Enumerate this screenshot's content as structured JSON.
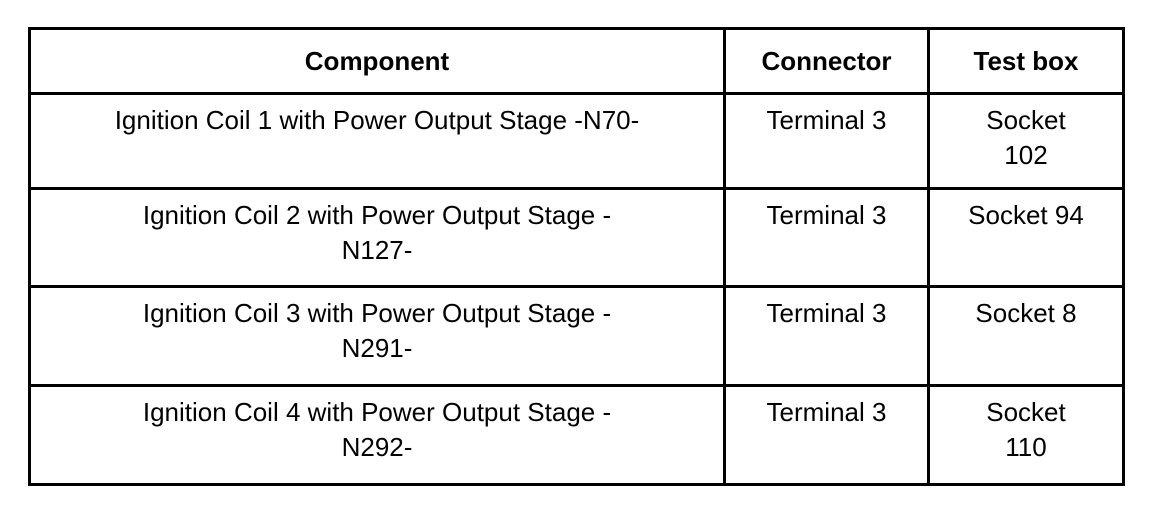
{
  "table": {
    "headers": {
      "component": "Component",
      "connector": "Connector",
      "testbox": "Test box"
    },
    "rows": [
      {
        "component_lines": [
          "Ignition Coil 1 with Power Output Stage -N70-"
        ],
        "connector": "Terminal 3",
        "testbox_lines": [
          "Socket",
          "102"
        ]
      },
      {
        "component_lines": [
          "Ignition Coil 2 with Power Output Stage -",
          "N127-"
        ],
        "connector": "Terminal 3",
        "testbox_lines": [
          "Socket 94"
        ]
      },
      {
        "component_lines": [
          "Ignition Coil 3 with Power Output Stage -",
          "N291-"
        ],
        "connector": "Terminal 3",
        "testbox_lines": [
          "Socket 8"
        ]
      },
      {
        "component_lines": [
          "Ignition Coil 4 with Power Output Stage -",
          "N292-"
        ],
        "connector": "Terminal 3",
        "testbox_lines": [
          "Socket",
          "110"
        ]
      }
    ],
    "colors": {
      "border": "#000000",
      "text": "#000000",
      "background": "#ffffff"
    }
  }
}
